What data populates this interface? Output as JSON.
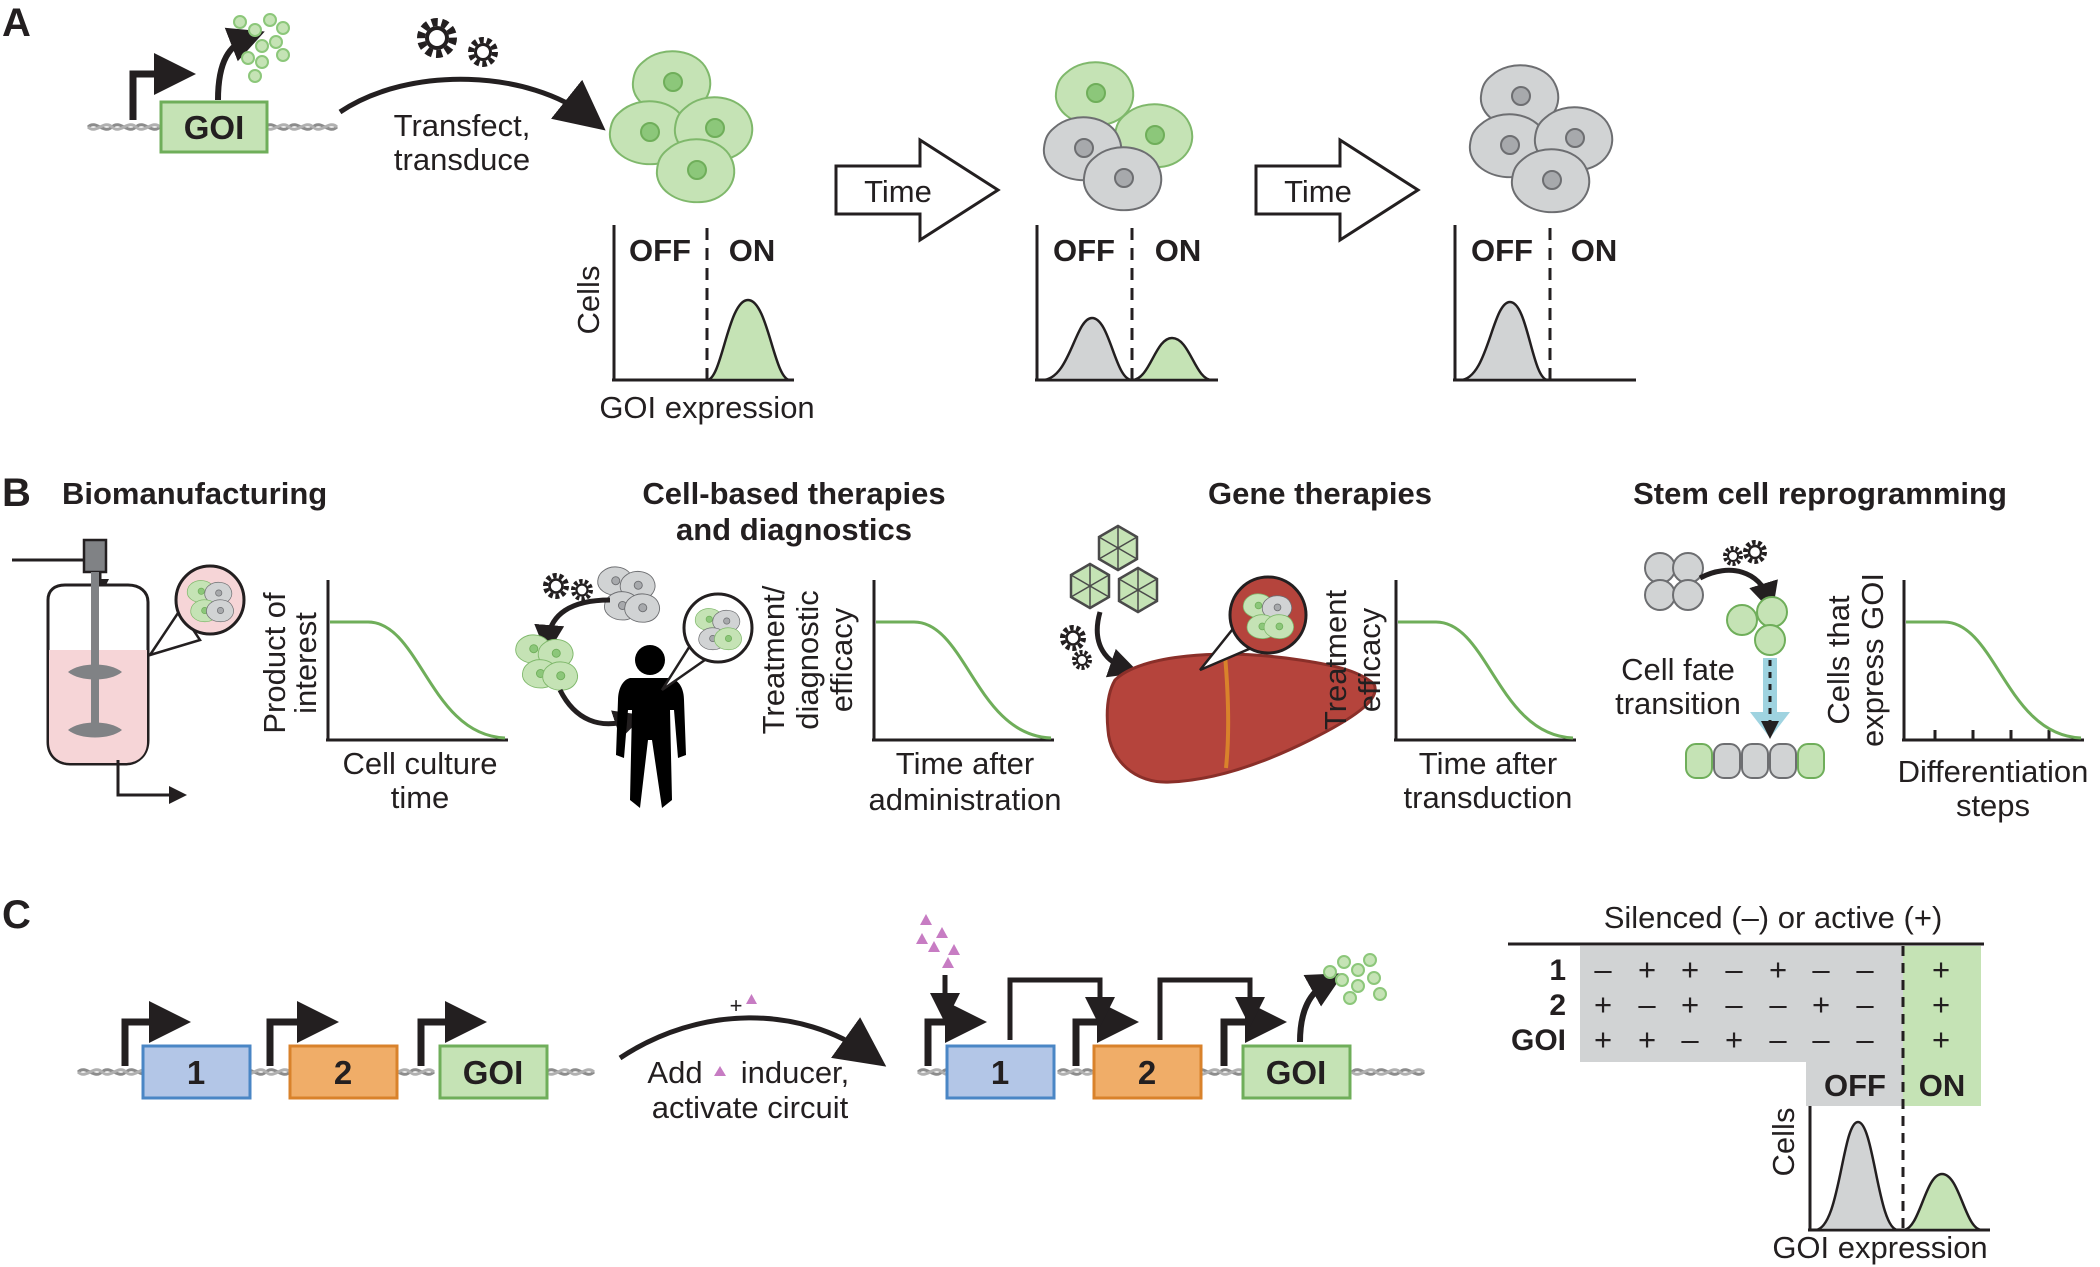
{
  "panel_a": {
    "letter": "A",
    "goi_label": "GOI",
    "transfect_line1": "Transfect,",
    "transfect_line2": "transduce",
    "time_label": "Time",
    "off_label": "OFF",
    "on_label": "ON",
    "y_axis": "Cells",
    "x_axis": "GOI expression"
  },
  "panel_b": {
    "letter": "B",
    "apps": [
      {
        "title": "Biomanufacturing",
        "ylabel_1": "Product of",
        "ylabel_2": "interest",
        "xlabel_1": "Cell culture",
        "xlabel_2": "time"
      },
      {
        "title_1": "Cell-based therapies",
        "title_2": "and diagnostics",
        "ylabel_1": "Treatment/",
        "ylabel_2": "diagnostic",
        "ylabel_3": "efficacy",
        "xlabel_1": "Time after",
        "xlabel_2": "administration"
      },
      {
        "title": "Gene therapies",
        "ylabel_1": "Treatment",
        "ylabel_2": "efficacy",
        "xlabel_1": "Time after",
        "xlabel_2": "transduction"
      },
      {
        "title": "Stem cell reprogramming",
        "ylabel_1": "Cells that",
        "ylabel_2": "express GOI",
        "xlabel_1": "Differentiation",
        "xlabel_2": "steps",
        "transition_1": "Cell fate",
        "transition_2": "transition"
      }
    ]
  },
  "panel_c": {
    "letter": "C",
    "gene_1": "1",
    "gene_2": "2",
    "gene_goi": "GOI",
    "inducer_1": "Add",
    "inducer_2": "inducer,",
    "inducer_3": "activate circuit",
    "plus_sign": "+",
    "table_title": "Silenced (–) or active (+)",
    "row_labels": [
      "1",
      "2",
      "GOI"
    ],
    "rows": [
      [
        "–",
        "+",
        "+",
        "–",
        "+",
        "–",
        "–",
        "+"
      ],
      [
        "+",
        "–",
        "+",
        "–",
        "–",
        "+",
        "–",
        "+"
      ],
      [
        "+",
        "+",
        "–",
        "+",
        "–",
        "–",
        "–",
        "+"
      ]
    ],
    "off_label": "OFF",
    "on_label": "ON",
    "y_axis": "Cells",
    "x_axis": "GOI expression"
  },
  "colors": {
    "green_fill": "#c5e3b5",
    "green_line": "#6fae5a",
    "gray_fill": "#d1d3d4",
    "blue_fill": "#b3c6e7",
    "blue_line": "#4a86c5",
    "orange_fill": "#f0ad68",
    "orange_line": "#d9822b",
    "liver": "#b5443c",
    "bioreactor": "#f6d5d7",
    "inducer": "#c77cc3"
  }
}
